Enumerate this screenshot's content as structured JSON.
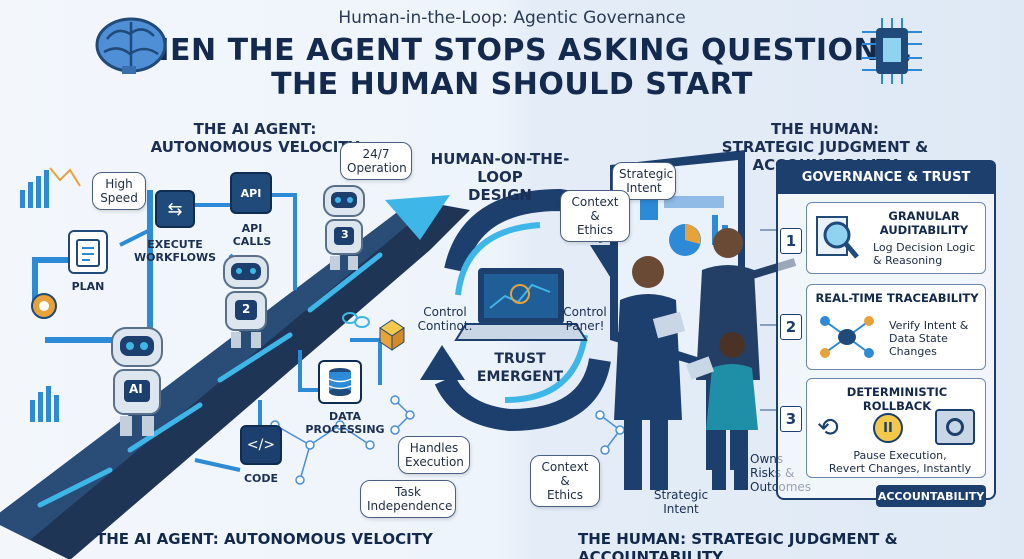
{
  "header": {
    "subtitle": "Human-in-the-Loop: Agentic Governance",
    "title_line1": "WHEN THE AGENT STOPS ASKING QUESTIONS,",
    "title_line2": "THE HUMAN SHOULD START"
  },
  "left": {
    "heading_line1": "THE AI AGENT:",
    "heading_line2": "AUTONOMOUS VELOCITY",
    "high_speed": "High\nSpeed",
    "plan": "PLAN",
    "execute": "EXECUTE\nWORKFLOWS",
    "api": "API",
    "api_calls": "API CALLS",
    "operation": "24/7\nOperation",
    "data_processing": "DATA\nPROCESSING",
    "code": "CODE",
    "handles_execution": "Handles\nExecution",
    "task_independence": "Task\nIndependence",
    "robot_labels": [
      "AI",
      "2",
      "3"
    ],
    "bottom": "THE AI AGENT: AUTONOMOUS VELOCITY"
  },
  "center": {
    "heading_line1": "HUMAN-ON-THE-LOOP",
    "heading_line2": "DESIGN",
    "control_left": "Control\nContinot.",
    "control_right": "Control\nPaner!",
    "trust_line1": "TRUST",
    "trust_line2": "EMERGENT"
  },
  "right": {
    "heading_line1": "THE HUMAN:",
    "heading_line2": "STRATEGIC JUDGMENT & ACCOUNTABILITY",
    "strategic_intent_top": "Strategic\nIntent",
    "context_ethics_top": "Context &\nEthics",
    "context_ethics_bottom": "Context &\nEthics",
    "strategic_intent_bottom": "Strategic\nIntent",
    "owns": "Owns\nRisks &\nOutcomes",
    "bottom": "THE HUMAN: STRATEGIC JUDGMENT & ACCOUNTABILITY"
  },
  "governance": {
    "heading": "GOVERNANCE & TRUST",
    "items": [
      {
        "num": "1",
        "title": "GRANULAR\nAUDITABILITY",
        "text": "Log Decision Logic\n& Reasoning"
      },
      {
        "num": "2",
        "title": "REAL-TIME TRACEABILITY",
        "text": "Verify Intent &\nData State\nChanges"
      },
      {
        "num": "3",
        "title": "DETERMINISTIC ROLLBACK",
        "text": "Pause Execution,\nRevert Changes, Instantly"
      }
    ],
    "accountability": "ACCOUNTABILITY"
  },
  "colors": {
    "navy": "#1d3f6e",
    "accent_blue": "#2d8ad6",
    "cyan": "#3fb6e8",
    "gear_orange": "#e8a23a"
  }
}
